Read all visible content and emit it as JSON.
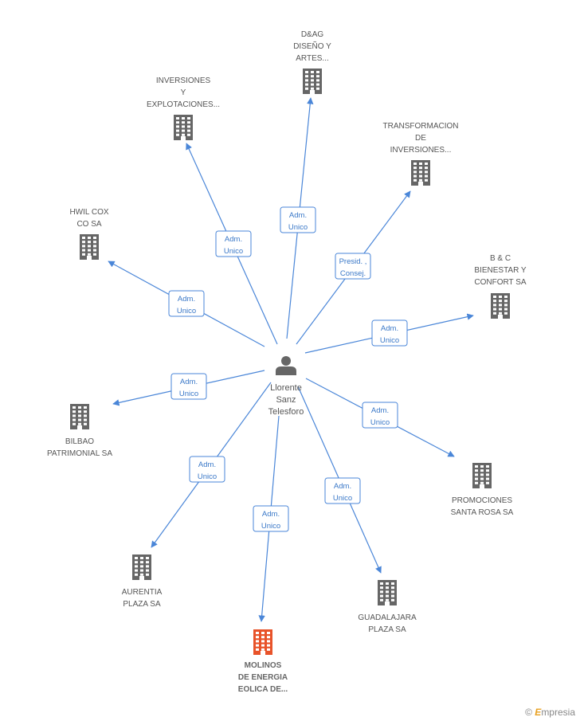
{
  "center": {
    "name_lines": [
      "Llorente",
      "Sanz",
      "Telesforo"
    ],
    "icon": "person-icon"
  },
  "colors": {
    "edge": "#4a86d8",
    "company": "#666666",
    "focus": "#e8532a"
  },
  "companies": [
    {
      "id": "dag",
      "label_lines": [
        "D&AG",
        "DISEÑO Y",
        "ARTES..."
      ],
      "role_lines": [
        "Adm.",
        "Unico"
      ],
      "focus": false
    },
    {
      "id": "inversiones",
      "label_lines": [
        "INVERSIONES",
        "Y",
        "EXPLOTACIONES..."
      ],
      "role_lines": [
        "Adm.",
        "Unico"
      ],
      "focus": false
    },
    {
      "id": "transformacion",
      "label_lines": [
        "TRANSFORMACION",
        "DE",
        "INVERSIONES..."
      ],
      "role_lines": [
        "Presid. ,",
        "Consej."
      ],
      "focus": false
    },
    {
      "id": "hwil",
      "label_lines": [
        "HWIL COX",
        "CO SA"
      ],
      "role_lines": [
        "Adm.",
        "Unico"
      ],
      "focus": false
    },
    {
      "id": "bc",
      "label_lines": [
        "B & C",
        "BIENESTAR Y",
        "CONFORT SA"
      ],
      "role_lines": [
        "Adm.",
        "Unico"
      ],
      "focus": false
    },
    {
      "id": "bilbao",
      "label_lines": [
        "BILBAO",
        "PATRIMONIAL SA"
      ],
      "role_lines": [
        "Adm.",
        "Unico"
      ],
      "focus": false
    },
    {
      "id": "promociones",
      "label_lines": [
        "PROMOCIONES",
        "SANTA ROSA SA"
      ],
      "role_lines": [
        "Adm.",
        "Unico"
      ],
      "focus": false
    },
    {
      "id": "aurentia",
      "label_lines": [
        "AURENTIA",
        "PLAZA SA"
      ],
      "role_lines": [
        "Adm.",
        "Unico"
      ],
      "focus": false
    },
    {
      "id": "guadalajara",
      "label_lines": [
        "GUADALAJARA",
        "PLAZA SA"
      ],
      "role_lines": [
        "Adm.",
        "Unico"
      ],
      "focus": false
    },
    {
      "id": "molinos",
      "label_lines": [
        "MOLINOS",
        "DE ENERGIA",
        "EOLICA DE..."
      ],
      "role_lines": [
        "Adm.",
        "Unico"
      ],
      "focus": true
    }
  ],
  "watermark": {
    "symbol": "©",
    "brand_initial": "E",
    "brand_rest": "mpresia"
  }
}
